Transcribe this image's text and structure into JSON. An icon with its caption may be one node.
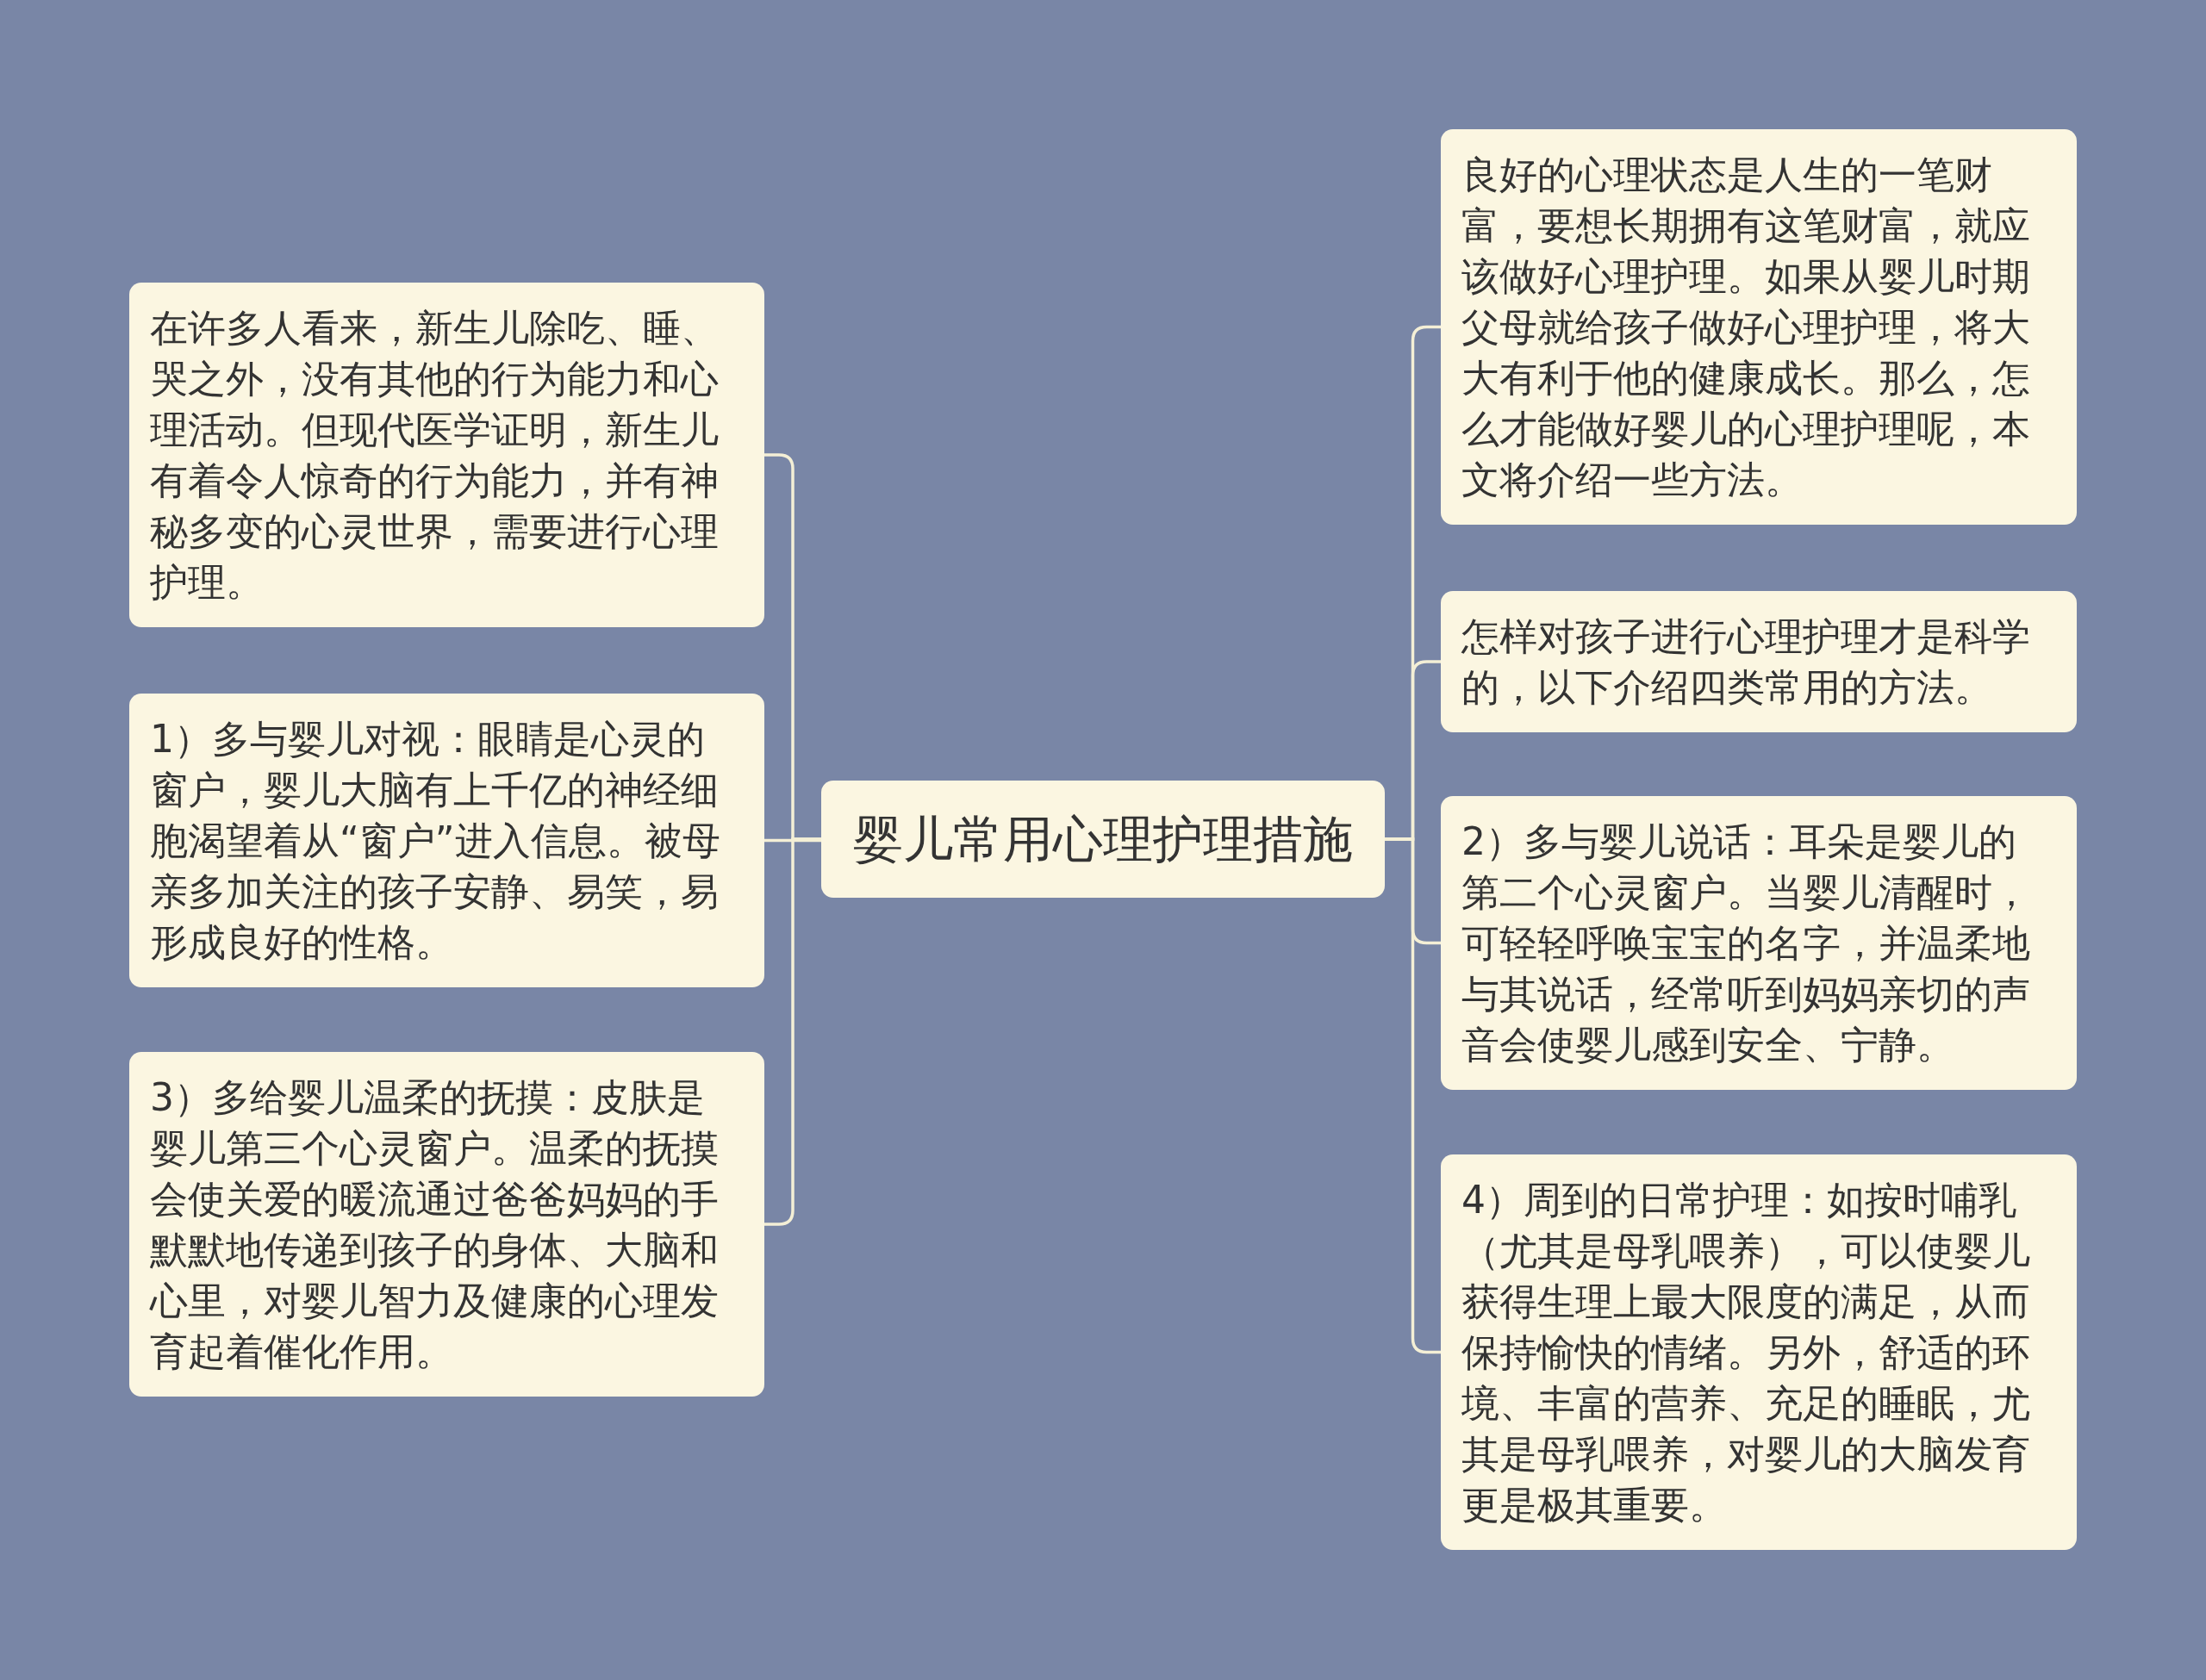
{
  "diagram": {
    "nodes": [
      {
        "text": [
          "婴儿常用心理护理措施"
        ]
      },
      {
        "text": [
          "在许多人看来，新生儿除吃、睡、哭之外，没有其他的行为能力和心理活动。但现代医学证明，新生儿有着令人惊奇的行为能力，并有神秘多变的心灵世界，需要进行心理护理。"
        ]
      },
      {
        "text": [
          "1）多与婴儿对视：眼睛是心灵的窗户，婴儿大脑有上千亿的神经细胞渴望着从“窗户”进入信息。被母亲多加关注的孩子安静、易笑，易形成良好的性格。"
        ]
      },
      {
        "text": [
          "3）多给婴儿温柔的抚摸：皮肤是婴儿第三个心灵窗户。温柔的抚摸会使关爱的暖流通过爸爸妈妈的手默默地传递到孩子的身体、大脑和心里，对婴儿智力及健康的心理发育起着催化作用。"
        ]
      },
      {
        "text": [
          "良好的心理状态是人生的一笔财富，要想长期拥有这笔财富，就应该做好心理护理。如果从婴儿时期父母就给孩子做好心理护理，将大大有利于他的健康成长。那么，怎么才能做好婴儿的心理护理呢，本文将介绍一些方法。"
        ]
      },
      {
        "text": [
          "怎样对孩子进行心理护理才是科学的，以下介绍四类常用的方法。"
        ]
      },
      {
        "text": [
          "2）多与婴儿说话：耳朵是婴儿的第二个心灵窗户。当婴儿清醒时，可轻轻呼唤宝宝的名字，并温柔地与其说话，经常听到妈妈亲切的声音会使婴儿感到安全、宁静。"
        ]
      },
      {
        "text": [
          "4）周到的日常护理：如按时哺乳（尤其是母乳喂养），可以使婴儿获得生理上最大限度的满足，从而保持愉快的情绪。另外，舒适的环境、丰富的营养、充足的睡眠，尤其是母乳喂养，对婴儿的大脑发育更是极其重要。"
        ]
      }
    ],
    "edges": [
      {
        "from": 0,
        "to": 1,
        "arrow": "none"
      },
      {
        "from": 0,
        "to": 2,
        "arrow": "none"
      },
      {
        "from": 0,
        "to": 3,
        "arrow": "none"
      },
      {
        "from": 0,
        "to": 4,
        "arrow": "none"
      },
      {
        "from": 0,
        "to": 5,
        "arrow": "none"
      },
      {
        "from": 0,
        "to": 6,
        "arrow": "none"
      },
      {
        "from": 0,
        "to": 7,
        "arrow": "none"
      }
    ]
  }
}
